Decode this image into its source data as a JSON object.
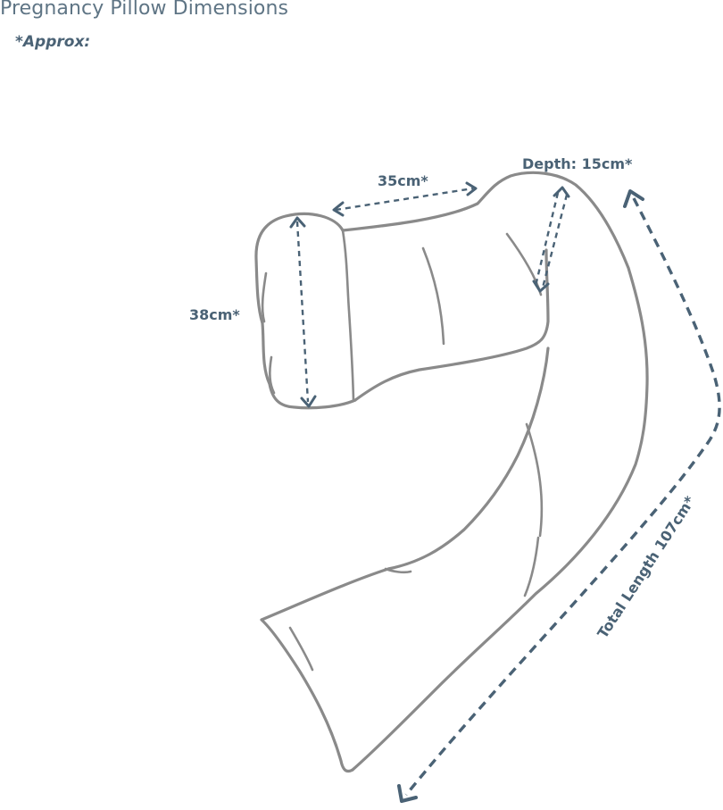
{
  "header": {
    "title": "Pregnancy Pillow Dimensions",
    "note": "*Approx:"
  },
  "dimensions": {
    "width": "35cm*",
    "height": "38cm*",
    "depth": "Depth: 15cm*",
    "total_length": "Total Length 107cm*"
  },
  "colors": {
    "title_text": "#5f7585",
    "label_text": "#4a6275",
    "arrow": "#4a6275",
    "outline": "#8a8a8a",
    "background": "#ffffff"
  }
}
